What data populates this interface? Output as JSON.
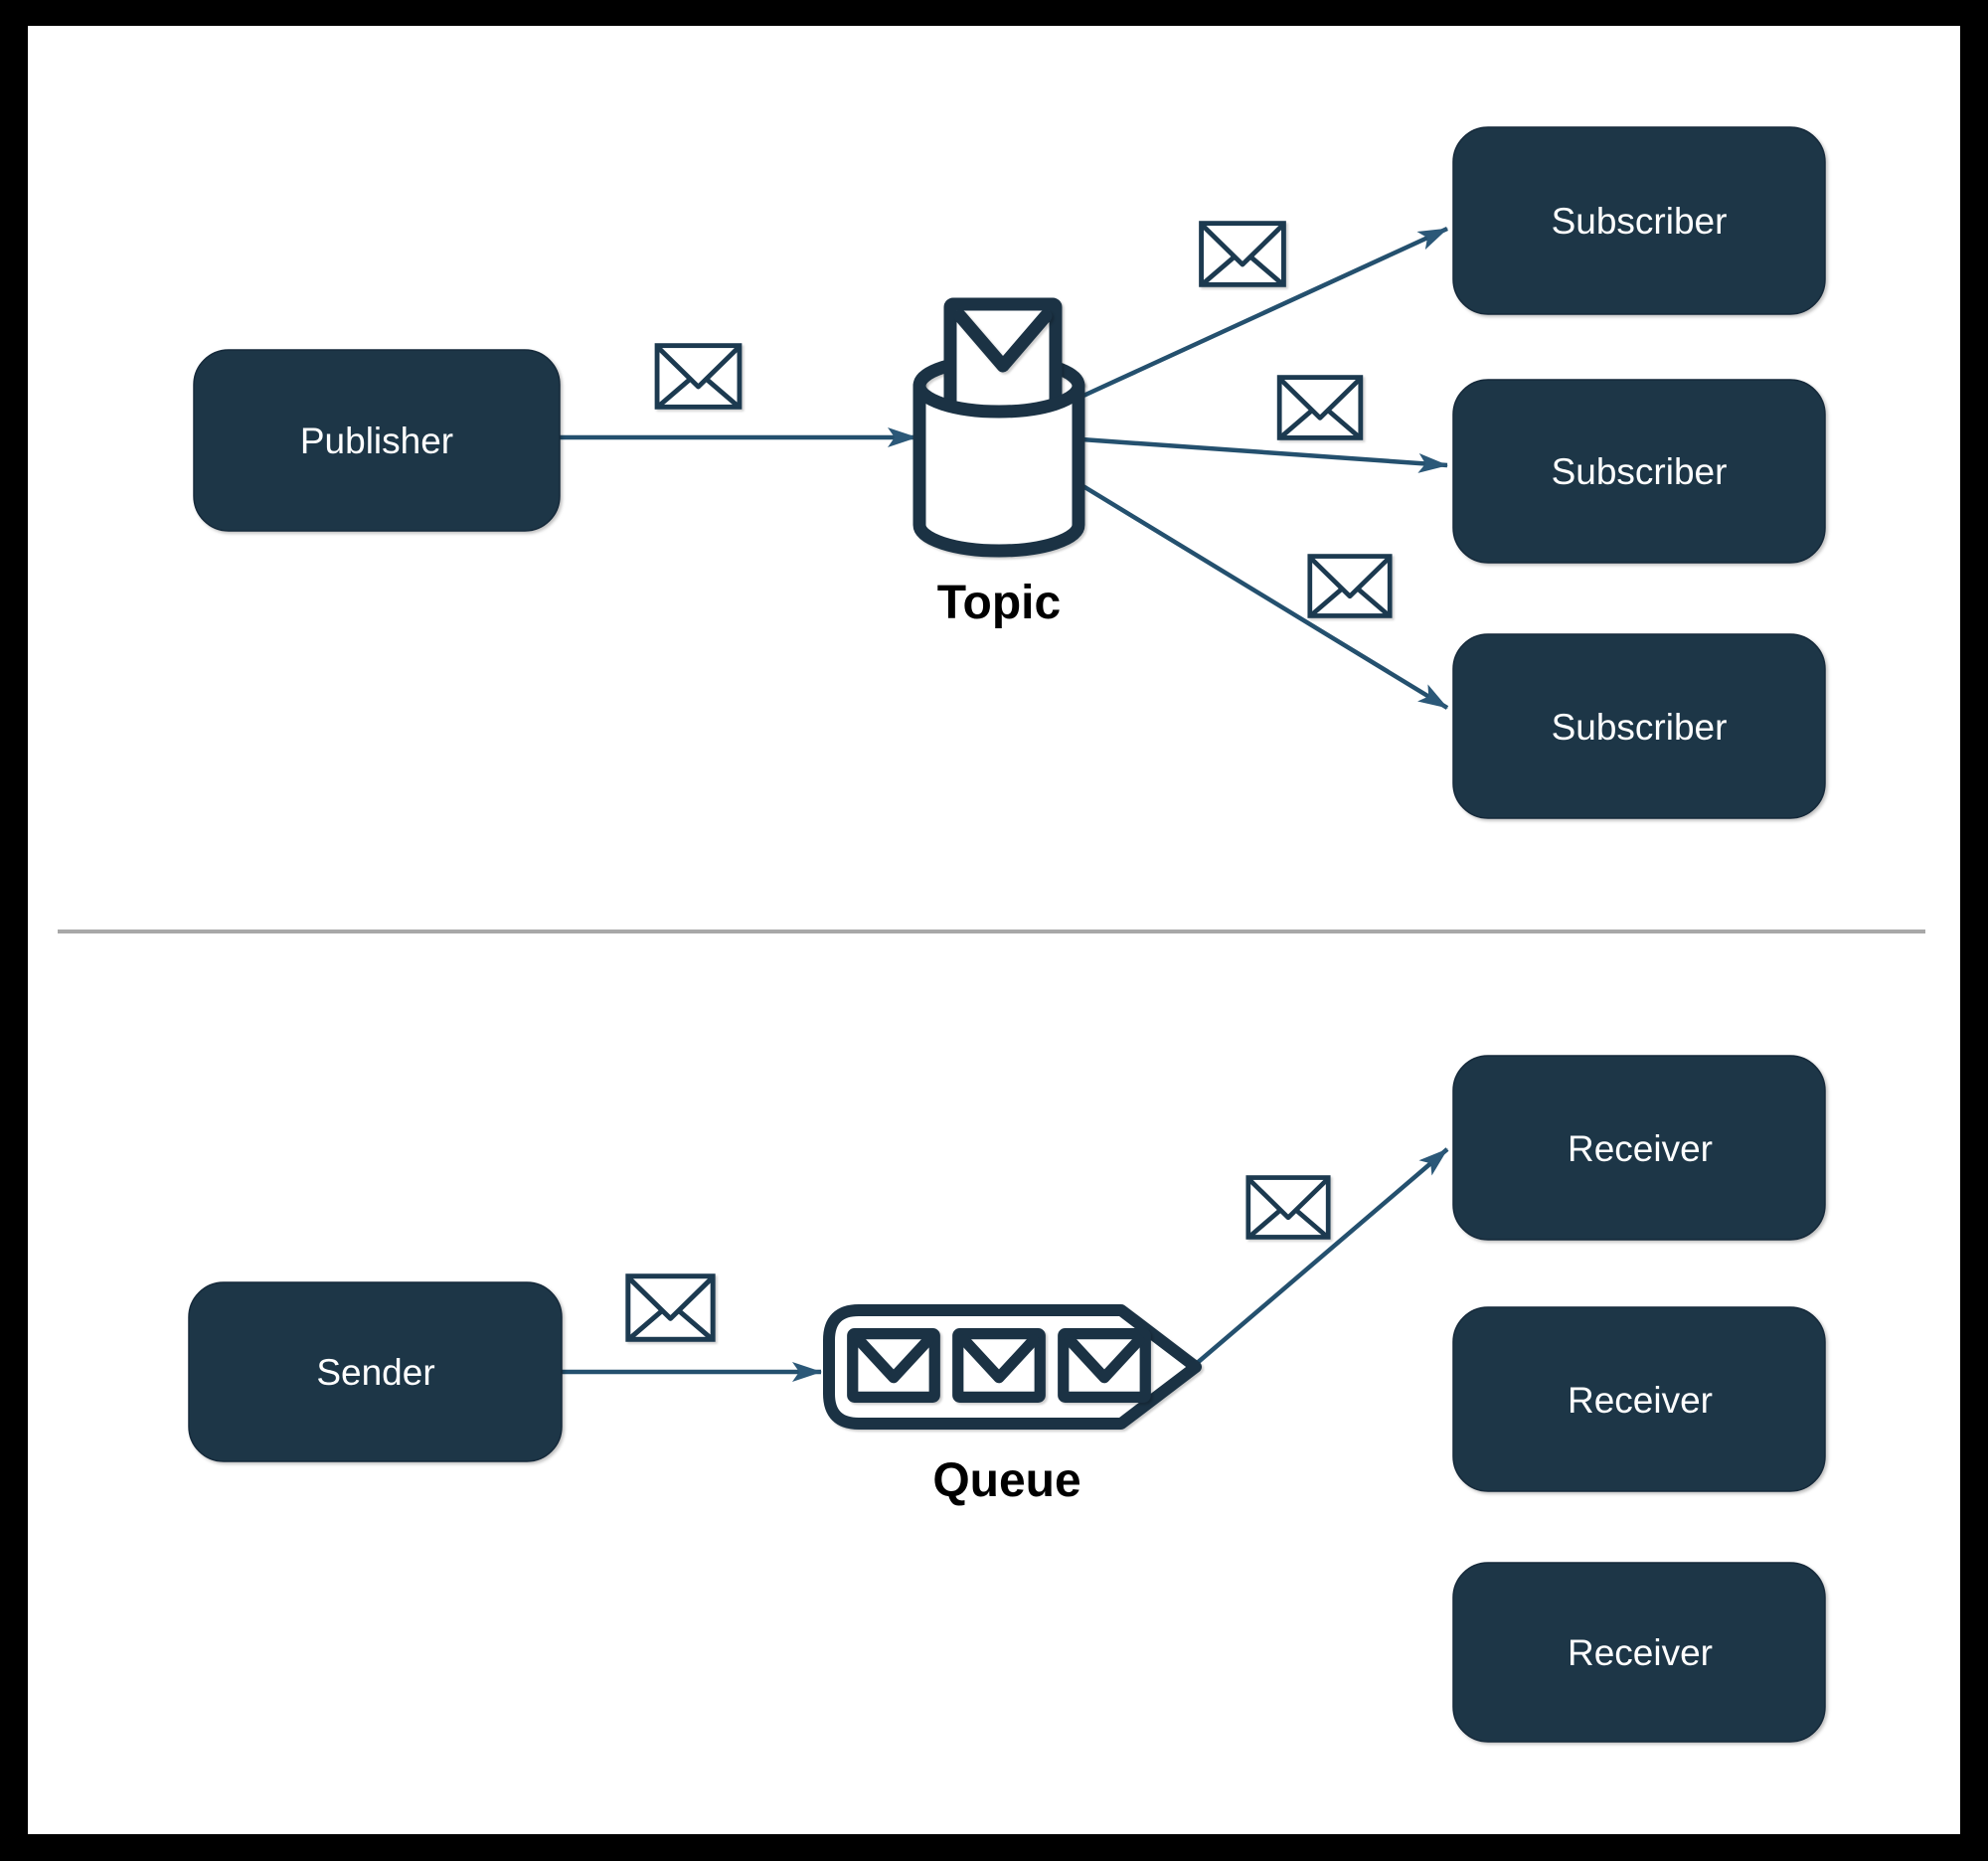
{
  "diagram": {
    "top": {
      "publisher_label": "Publisher",
      "topic_label": "Topic",
      "subscribers": [
        {
          "label": "Subscriber"
        },
        {
          "label": "Subscriber"
        },
        {
          "label": "Subscriber"
        }
      ]
    },
    "bottom": {
      "sender_label": "Sender",
      "queue_label": "Queue",
      "receivers": [
        {
          "label": "Receiver"
        },
        {
          "label": "Receiver"
        },
        {
          "label": "Receiver"
        }
      ]
    }
  },
  "icons": {
    "message": "envelope-icon",
    "topic": "topic-cylinder-icon",
    "queue": "queue-channel-icon"
  },
  "colors": {
    "frame": "#000000",
    "canvas": "#ffffff",
    "node-fill": "#1d3647",
    "node-text": "#ffffff",
    "edge": "#24506e",
    "arrowhead": "#2b5878",
    "icon-stroke": "#1b3244",
    "icon-stroke-thin": "#1c3a50",
    "label-text": "#000000",
    "divider": "#a8a8a8"
  }
}
